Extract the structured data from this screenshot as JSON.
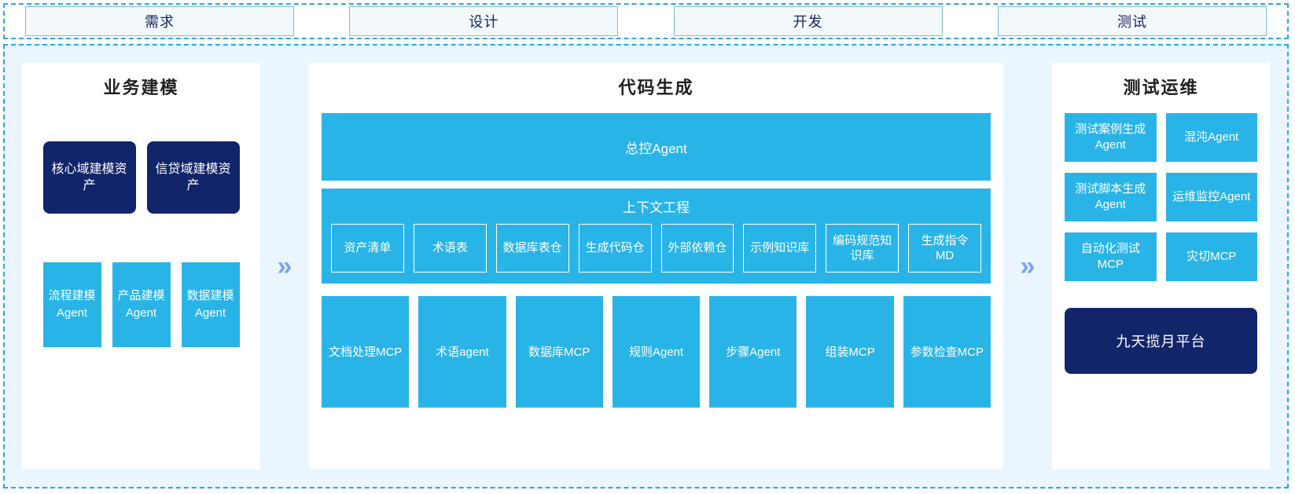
{
  "phases": {
    "items": [
      {
        "label": "需求"
      },
      {
        "label": "设计"
      },
      {
        "label": "开发"
      },
      {
        "label": "测试"
      }
    ]
  },
  "colors": {
    "accent_cyan": "#29b4e8",
    "navy": "#12256b",
    "panel_bg": "#eaf5fd",
    "border_dash": "#29a8df",
    "chevron": "#7ba4ea"
  },
  "arrows": {
    "left_chevron": "»",
    "right_chevron": "»"
  },
  "left_panel": {
    "title": "业务建模",
    "assets": [
      {
        "label": "核心域建模资产"
      },
      {
        "label": "信贷域建模资产"
      }
    ],
    "agents": [
      {
        "label": "流程建模Agent"
      },
      {
        "label": "产品建模Agent"
      },
      {
        "label": "数据建模Agent"
      }
    ]
  },
  "center_panel": {
    "title": "代码生成",
    "master_agent": "总控Agent",
    "context": {
      "title": "上下文工程",
      "items": [
        {
          "label": "资产清单"
        },
        {
          "label": "术语表"
        },
        {
          "label": "数据库表仓"
        },
        {
          "label": "生成代码仓"
        },
        {
          "label": "外部依赖仓"
        },
        {
          "label": "示例知识库"
        },
        {
          "label": "编码规范知识库"
        },
        {
          "label": "生成指令MD"
        }
      ]
    },
    "tools": [
      {
        "label": "文档处理MCP"
      },
      {
        "label": "术语agent"
      },
      {
        "label": "数据库MCP"
      },
      {
        "label": "规则Agent"
      },
      {
        "label": "步骤Agent"
      },
      {
        "label": "组装MCP"
      },
      {
        "label": "参数检查MCP"
      }
    ]
  },
  "right_panel": {
    "title": "测试运维",
    "items": [
      {
        "label": "测试案例生成Agent"
      },
      {
        "label": "混沌Agent"
      },
      {
        "label": "测试脚本生成Agent"
      },
      {
        "label": "运维监控Agent"
      },
      {
        "label": "自动化测试MCP"
      },
      {
        "label": "灾切MCP"
      }
    ],
    "platform": "九天揽月平台"
  }
}
